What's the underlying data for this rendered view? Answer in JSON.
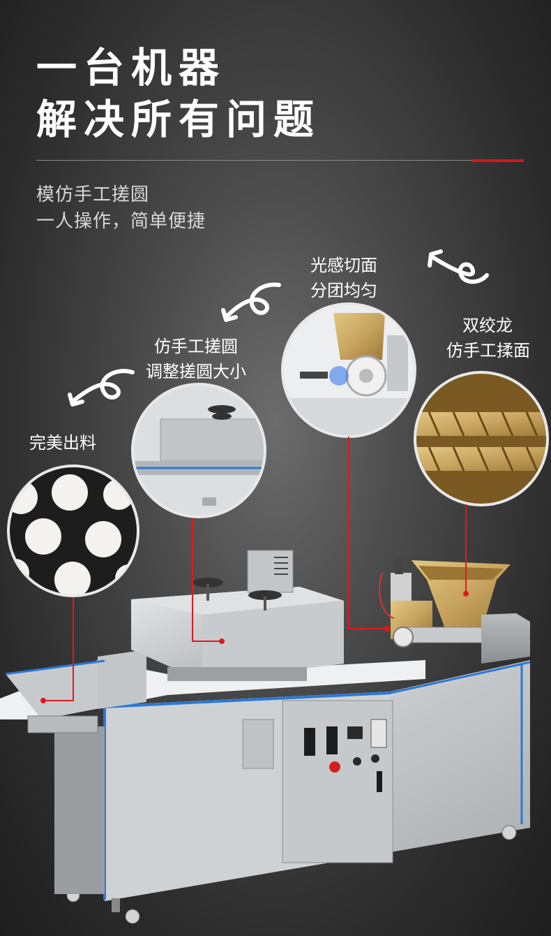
{
  "headline": {
    "line1": "一台机器",
    "line2": "解决所有问题"
  },
  "subtitle": {
    "line1": "模仿手工搓圆",
    "line2": "一人操作，简单便捷"
  },
  "features": {
    "output": {
      "label": "完美出料"
    },
    "rounding": {
      "line1": "仿手工搓圆",
      "line2": "调整搓圆大小"
    },
    "sensor": {
      "line1": "光感切面",
      "line2": "分团均匀"
    },
    "auger": {
      "line1": "双绞龙",
      "line2": "仿手工揉面"
    }
  },
  "colors": {
    "accent": "#d8141c",
    "leader": "#e01a1a",
    "steel": "#c9cbcd",
    "blue_trim": "#2a78d6"
  },
  "icons": [
    "curl-arrow-icon"
  ]
}
